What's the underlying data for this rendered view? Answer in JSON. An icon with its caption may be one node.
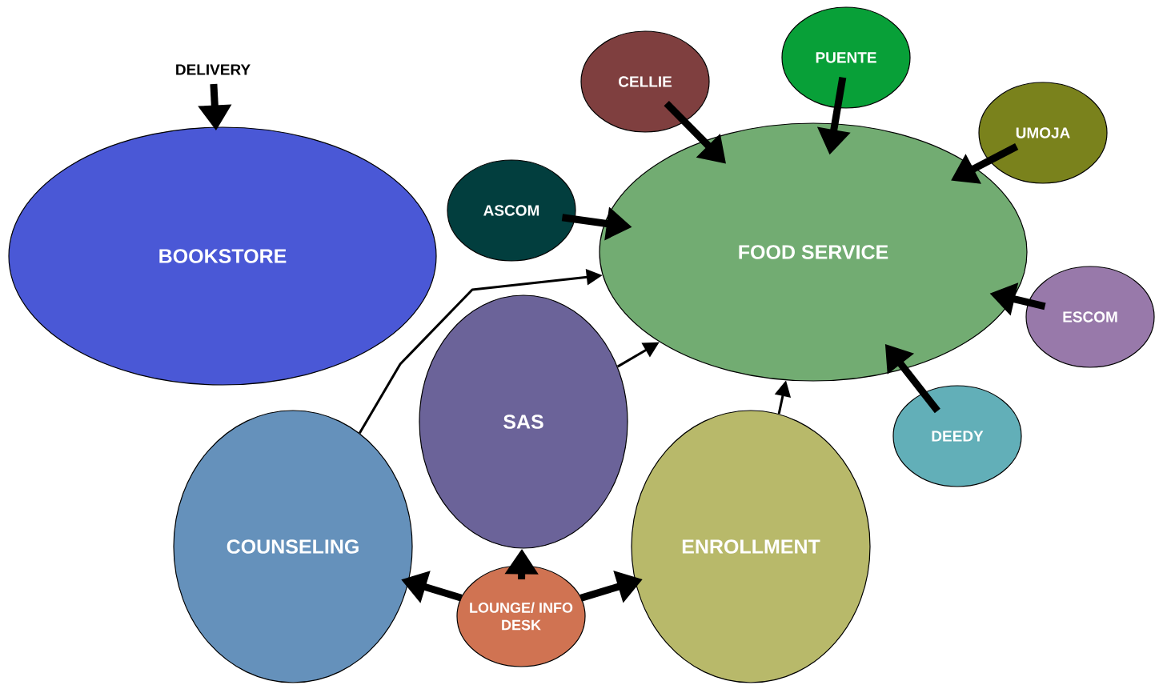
{
  "diagram": {
    "nodes": [
      {
        "text": [
          "DELIVERY"
        ]
      },
      {
        "text": [
          "BOOKSTORE"
        ]
      },
      {
        "text": [
          "CELLIE"
        ]
      },
      {
        "text": [
          "PUENTE"
        ]
      },
      {
        "text": [
          "UMOJA"
        ]
      },
      {
        "text": [
          "ASCOM"
        ]
      },
      {
        "text": [
          "FOOD SERVICE"
        ]
      },
      {
        "text": [
          "ESCOM"
        ]
      },
      {
        "text": [
          "SAS"
        ]
      },
      {
        "text": [
          "DEEDY"
        ]
      },
      {
        "text": [
          "COUNSELING"
        ]
      },
      {
        "text": [
          "ENROLLMENT"
        ]
      },
      {
        "text": [
          "LOUNGE/ INFO DESK"
        ]
      }
    ],
    "edges": [
      {
        "from": 0,
        "to": 1,
        "arrow": "to"
      },
      {
        "from": 2,
        "to": 6,
        "arrow": "to"
      },
      {
        "from": 3,
        "to": 6,
        "arrow": "to"
      },
      {
        "from": 4,
        "to": 6,
        "arrow": "to"
      },
      {
        "from": 5,
        "to": 6,
        "arrow": "to"
      },
      {
        "from": 7,
        "to": 6,
        "arrow": "to"
      },
      {
        "from": 9,
        "to": 6,
        "arrow": "to"
      },
      {
        "from": 10,
        "to": 6,
        "arrow": "to"
      },
      {
        "from": 8,
        "to": 6,
        "arrow": "to"
      },
      {
        "from": 11,
        "to": 6,
        "arrow": "to"
      },
      {
        "from": 12,
        "to": 8,
        "arrow": "to"
      },
      {
        "from": 12,
        "to": 10,
        "arrow": "to"
      },
      {
        "from": 12,
        "to": 11,
        "arrow": "to"
      }
    ]
  }
}
